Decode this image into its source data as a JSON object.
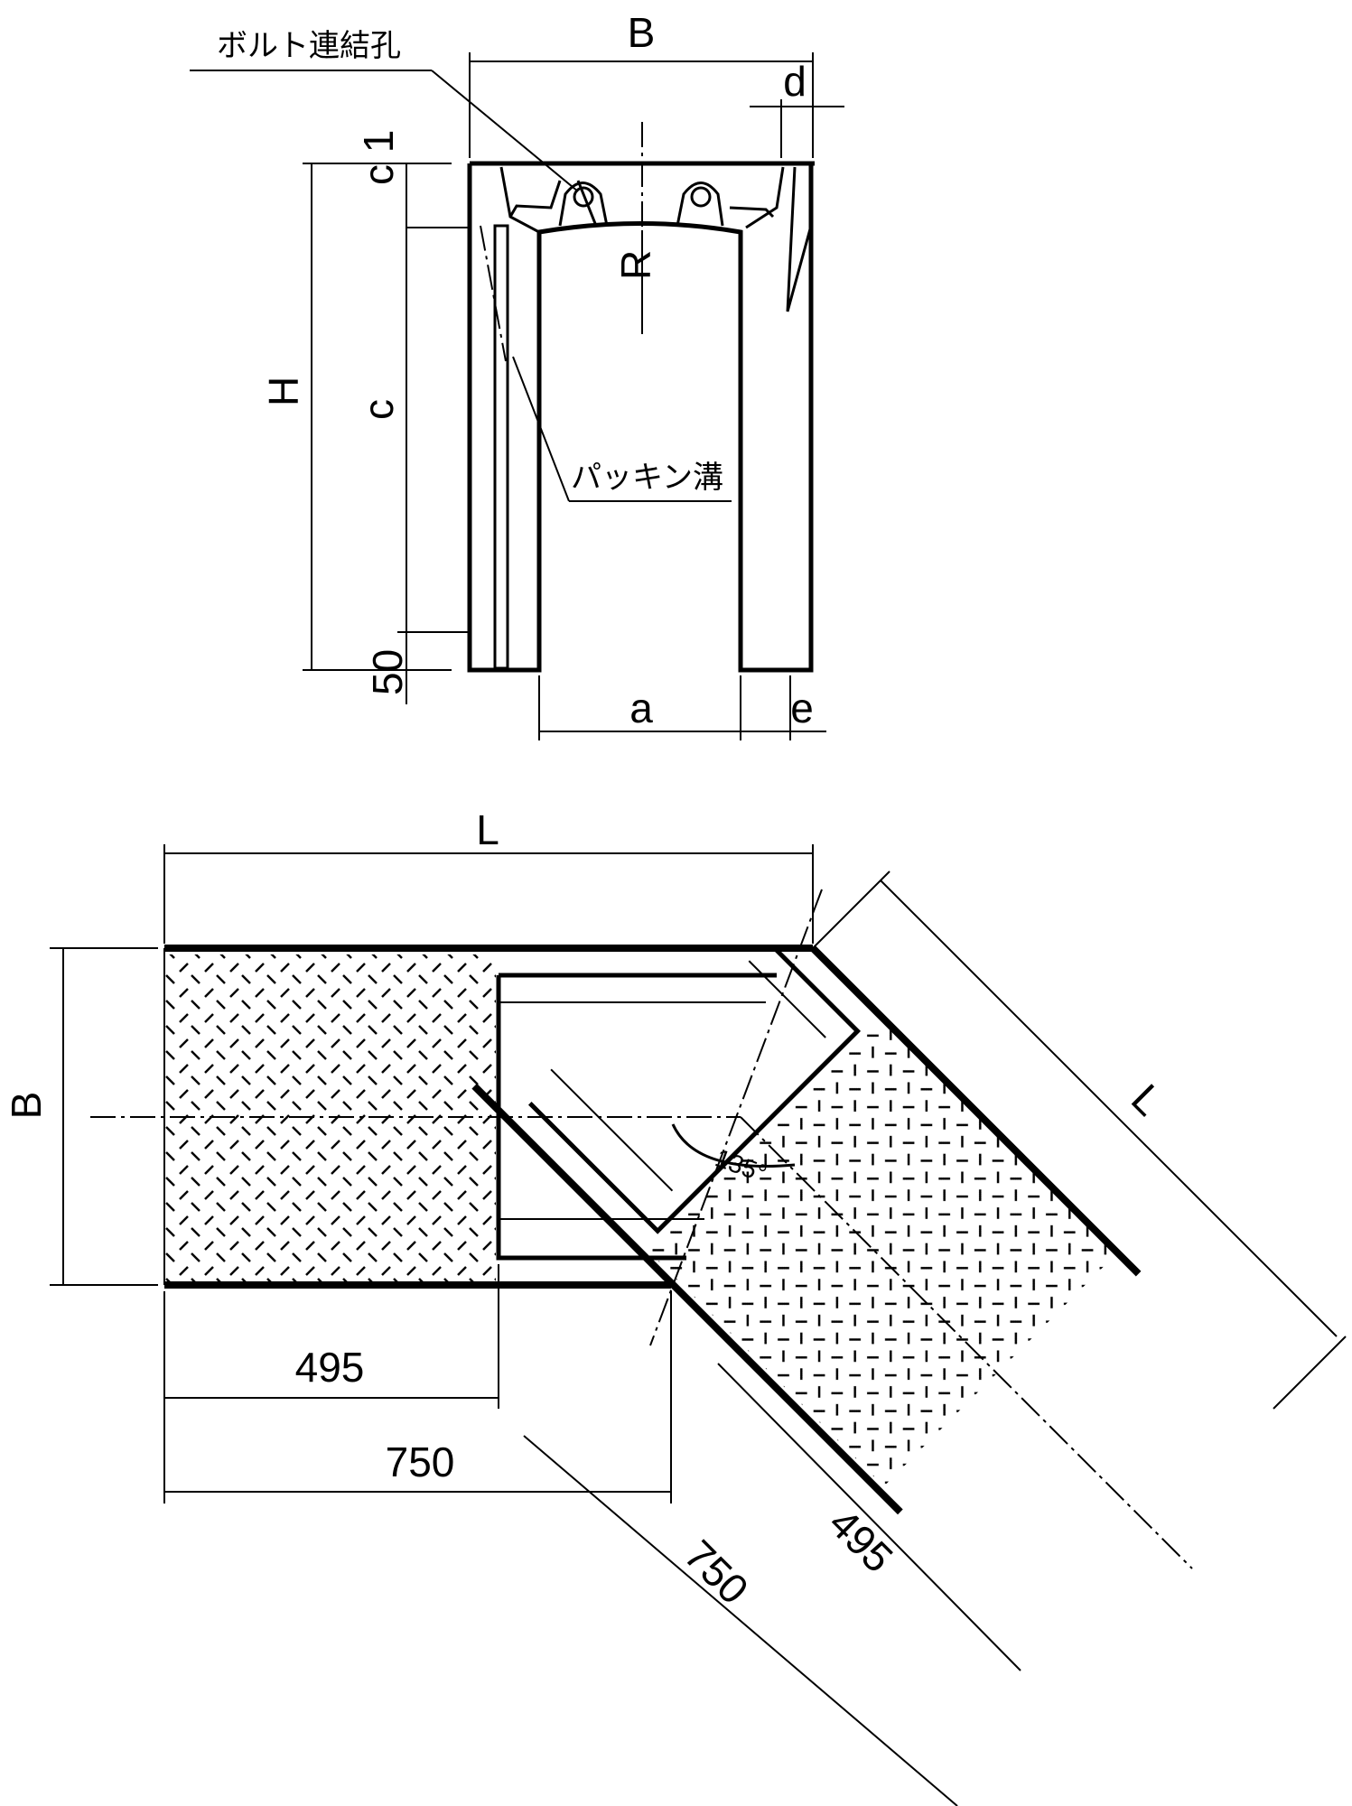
{
  "section_view": {
    "labels": {
      "bolt_hole": "ボルト連結孔",
      "packing_groove": "パッキン溝",
      "B": "B",
      "d": "d",
      "c1": "c 1",
      "R": "R",
      "H": "H",
      "c": "c",
      "fifty": "50",
      "a": "a",
      "e": "e"
    }
  },
  "plan_view": {
    "labels": {
      "L_top": "L",
      "L_diag": "L",
      "B": "B",
      "angle": "135°",
      "d495": "495",
      "d750": "750",
      "d750_diag": "750",
      "d495_diag": "495"
    },
    "bend_angle_deg": 135
  }
}
